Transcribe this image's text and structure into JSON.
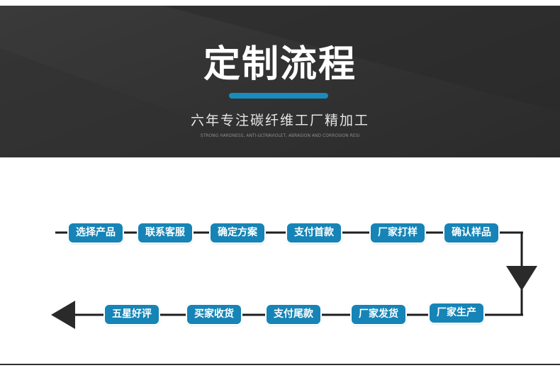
{
  "banner": {
    "title": "定制流程",
    "subtitle": "六年专注碳纤维工厂精加工",
    "tagline": "STRONG HARDNESS, ANTI-ULTRAVIOLET, ABRASION AND CORROSION RESI",
    "accent_color": "#1a8bbd",
    "background_color": "#333333"
  },
  "process": {
    "step_color": "#1684b6",
    "row1": [
      "选择产品",
      "联系客服",
      "确定方案",
      "支付首款",
      "厂家打样",
      "确认样品"
    ],
    "row2": [
      "厂家生产",
      "厂家发货",
      "支付尾款",
      "买家收货",
      "五星好评"
    ]
  }
}
